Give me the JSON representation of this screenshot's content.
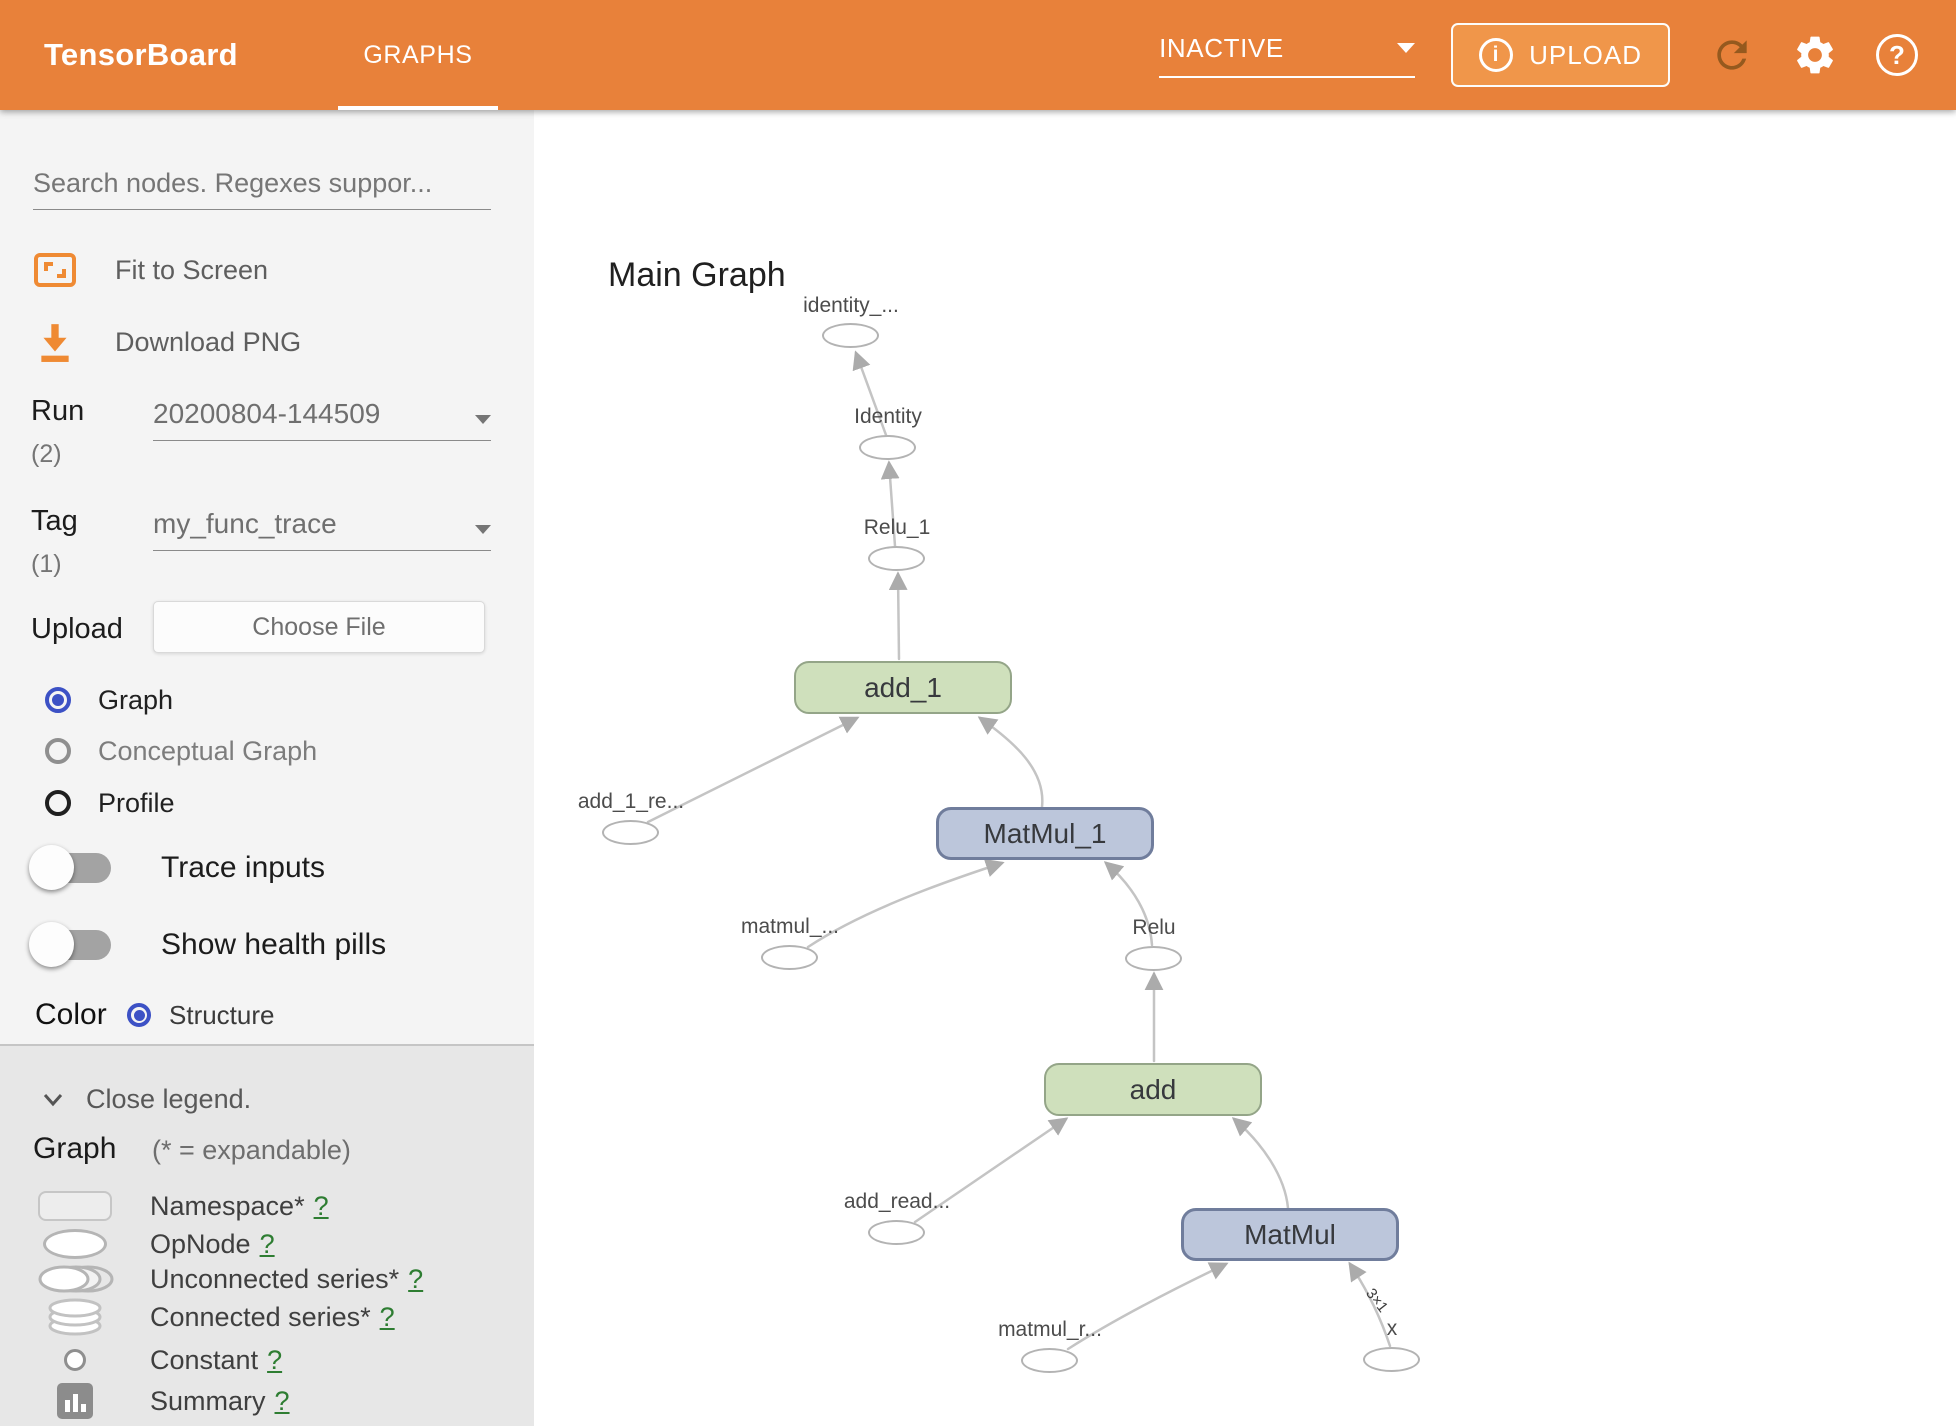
{
  "header": {
    "logo": "TensorBoard",
    "active_tab": "GRAPHS",
    "status_dropdown": "INACTIVE",
    "upload_button": "UPLOAD",
    "info_icon_glyph": "i",
    "help_icon_glyph": "?"
  },
  "sidebar": {
    "search_placeholder": "Search nodes. Regexes suppor...",
    "fit_to_screen": "Fit to Screen",
    "download_png": "Download PNG",
    "run_label": "Run",
    "run_count": "(2)",
    "run_value": "20200804-144509",
    "tag_label": "Tag",
    "tag_count": "(1)",
    "tag_value": "my_func_trace",
    "upload_label": "Upload",
    "choose_file": "Choose File",
    "radio_graph": "Graph",
    "radio_conceptual": "Conceptual Graph",
    "radio_profile": "Profile",
    "toggle_trace": "Trace inputs",
    "toggle_health": "Show health pills",
    "color_label": "Color",
    "color_option": "Structure"
  },
  "legend": {
    "close": "Close legend.",
    "title": "Graph",
    "expandable_note": "(* = expandable)",
    "items": [
      {
        "icon": "namespace-icon",
        "label": "Namespace*",
        "help": "?"
      },
      {
        "icon": "opnode-icon",
        "label": "OpNode",
        "help": "?"
      },
      {
        "icon": "unconnected-series-icon",
        "label": "Unconnected series*",
        "help": "?"
      },
      {
        "icon": "connected-series-icon",
        "label": "Connected series*",
        "help": "?"
      },
      {
        "icon": "constant-icon",
        "label": "Constant",
        "help": "?"
      },
      {
        "icon": "summary-icon",
        "label": "Summary",
        "help": "?"
      }
    ]
  },
  "main": {
    "title": "Main Graph"
  },
  "graph": {
    "nodes": {
      "identity_out": "identity_...",
      "identity": "Identity",
      "relu_1": "Relu_1",
      "add_1": "add_1",
      "add_1_re": "add_1_re...",
      "matmul_1": "MatMul_1",
      "matmul_in": "matmul_...",
      "relu": "Relu",
      "add": "add",
      "add_read": "add_read...",
      "matmul": "MatMul",
      "matmul_r": "matmul_r...",
      "x": "x"
    },
    "edge_label": "3×1"
  },
  "colors": {
    "header_orange": "#e8813a",
    "upload_orange": "#f0964a",
    "accent_blue": "#3c51c5",
    "node_green_fill": "#cfe0bc",
    "node_blue_fill": "#bcc6db",
    "edge_gray": "#c4c4c4",
    "help_link_green": "#2e7d32"
  }
}
